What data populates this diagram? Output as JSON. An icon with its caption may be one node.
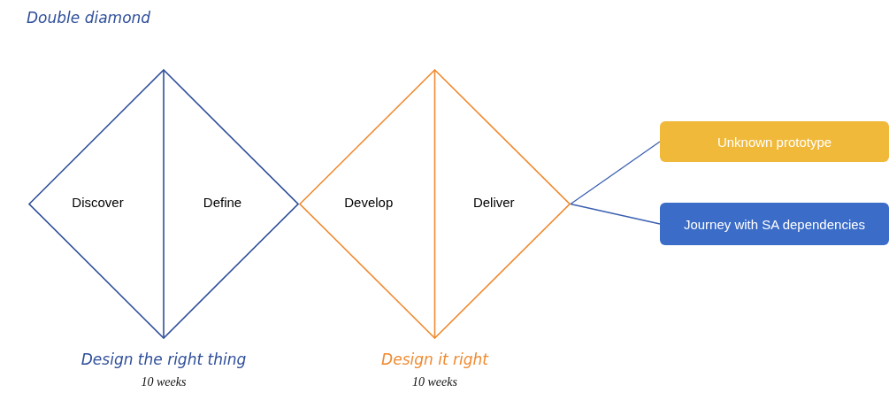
{
  "diagram": {
    "title": "Double diamond",
    "nodes": [
      {
        "text": [
          "Discover",
          "Define"
        ],
        "beside": [
          "Design the right thing",
          "10 weeks"
        ]
      },
      {
        "text": [
          "Develop",
          "Deliver"
        ],
        "beside": [
          "Design it right",
          "10 weeks"
        ]
      },
      {
        "text": [
          "Unknown prototype"
        ]
      },
      {
        "text": [
          "Journey with SA dependencies"
        ]
      }
    ],
    "edges": [
      {
        "from": 1,
        "to": 2,
        "arrow": "none"
      },
      {
        "from": 1,
        "to": 3,
        "arrow": "none"
      }
    ]
  }
}
